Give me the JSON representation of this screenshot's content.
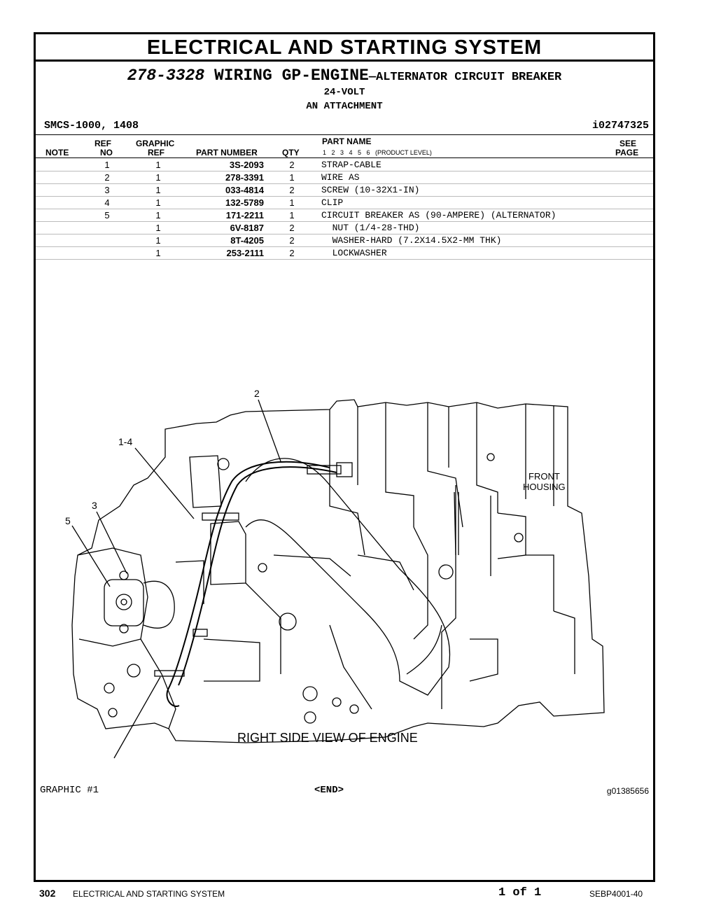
{
  "header": {
    "title": "ELECTRICAL AND STARTING SYSTEM",
    "part_number": "278-3328",
    "part_title": "WIRING GP-ENGINE",
    "part_subtitle": "—ALTERNATOR CIRCUIT BREAKER",
    "line2": "24-VOLT",
    "line3": "AN ATTACHMENT",
    "smcs": "SMCS-1000, 1408",
    "id": "i02747325"
  },
  "table": {
    "col_note": "NOTE",
    "col_ref1": "REF",
    "col_ref2": "NO",
    "col_graphic1": "GRAPHIC",
    "col_graphic2": "REF",
    "col_part_number": "PART NUMBER",
    "col_qty": "QTY",
    "col_part_name": "PART NAME",
    "col_levels": "1   2   3   4   5   6   (PRODUCT LEVEL)",
    "col_see1": "SEE",
    "col_see2": "PAGE",
    "rows": [
      {
        "ref": "1",
        "graphic": "1",
        "part_number": "3S-2093",
        "qty": "2",
        "name": "STRAP-CABLE"
      },
      {
        "ref": "2",
        "graphic": "1",
        "part_number": "278-3391",
        "qty": "1",
        "name": "WIRE AS"
      },
      {
        "ref": "3",
        "graphic": "1",
        "part_number": "033-4814",
        "qty": "2",
        "name": "SCREW (10-32X1-IN)"
      },
      {
        "ref": "4",
        "graphic": "1",
        "part_number": "132-5789",
        "qty": "1",
        "name": "CLIP"
      },
      {
        "ref": "5",
        "graphic": "1",
        "part_number": "171-2211",
        "qty": "1",
        "name": "CIRCUIT BREAKER AS (90-AMPERE) (ALTERNATOR)"
      },
      {
        "ref": "",
        "graphic": "1",
        "part_number": "6V-8187",
        "qty": "2",
        "name": "  NUT (1/4-28-THD)"
      },
      {
        "ref": "",
        "graphic": "1",
        "part_number": "8T-4205",
        "qty": "2",
        "name": "  WASHER-HARD (7.2X14.5X2-MM THK)"
      },
      {
        "ref": "",
        "graphic": "1",
        "part_number": "253-2111",
        "qty": "2",
        "name": "  LOCKWASHER"
      }
    ]
  },
  "graphic": {
    "callouts": {
      "c1": "1",
      "c2": "2",
      "c3": "3",
      "c14": "1-4",
      "c5": "5"
    },
    "front_housing_1": "FRONT",
    "front_housing_2": "HOUSING",
    "caption": "RIGHT SIDE VIEW OF ENGINE"
  },
  "graphic_footer": {
    "label": "GRAPHIC #1",
    "end": "<END>",
    "graphic_id": "g01385656"
  },
  "page_footer": {
    "page_number": "302",
    "section": "ELECTRICAL AND STARTING SYSTEM",
    "page_of": "1 of 1",
    "doc_id": "SEBP4001-40"
  }
}
